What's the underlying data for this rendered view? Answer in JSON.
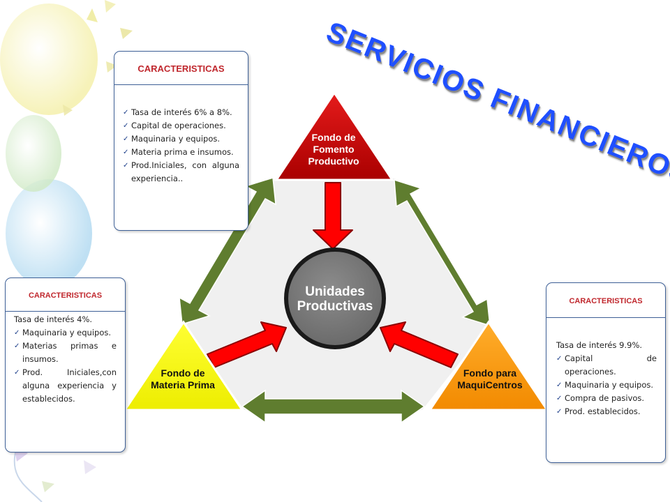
{
  "title": "SERVICIOS FINANCIEROS",
  "nodes": {
    "top": {
      "line1": "Fondo de",
      "line2": "Fomento",
      "line3": "Productivo",
      "color": "#c00000"
    },
    "left": {
      "line1": "Fondo de",
      "line2": "Materia Prima",
      "color": "#ffff00"
    },
    "right": {
      "line1": "Fondo para",
      "line2": "MaquiCentros",
      "color": "#ff9900"
    },
    "center": {
      "line1": "Unidades",
      "line2": "Productivas",
      "color": "#7f7f7f"
    }
  },
  "cards": {
    "top": {
      "heading": "CARACTERISTICAS",
      "items": [
        "Tasa de interés 6% a 8%.",
        "Capital de operaciones.",
        "Maquinaria y equipos.",
        "Materia prima e insumos.",
        "Prod.Iniciales, con alguna experiencia.."
      ]
    },
    "left": {
      "heading": "CARACTERISTICAS",
      "intro": "Tasa de interés 4%.",
      "items": [
        "Maquinaria y equipos.",
        "Materias primas e insumos.",
        "Prod. Iniciales,con alguna experiencia y establecidos."
      ]
    },
    "right": {
      "heading": "CARACTERISTICAS",
      "intro": "Tasa de interés 9.9%.",
      "items": [
        "Capital de operaciones.",
        "Maquinaria y equipos.",
        "Compra de pasivos.",
        "Prod. establecidos."
      ]
    }
  },
  "colors": {
    "title": "#1f4fff",
    "card_heading": "#c0272d",
    "card_border": "#3d5f96",
    "double_arrow": "#5f7d2f",
    "inflow_arrow": "#ff0000"
  }
}
